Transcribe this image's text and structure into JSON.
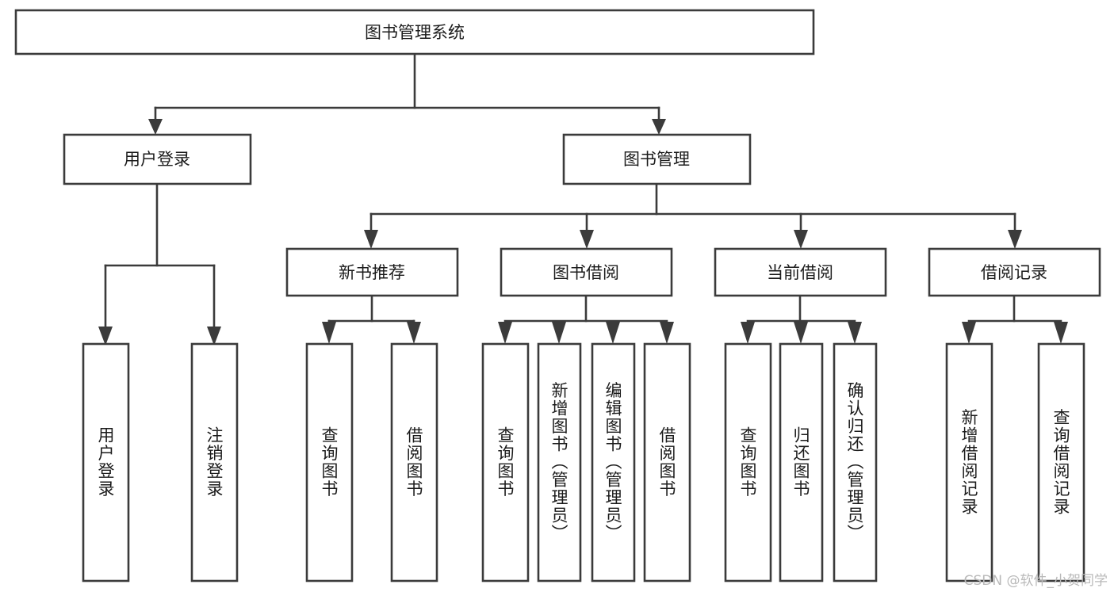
{
  "diagram": {
    "title": "图书管理系统",
    "type": "tree-hierarchy",
    "background_color": "#ffffff",
    "box_stroke_color": "#3b3b3b",
    "box_fill_color": "#ffffff",
    "text_color": "#1b1b1b",
    "levels": {
      "root": {
        "label": "图书管理系统"
      },
      "level1": [
        {
          "id": "user-login",
          "label": "用户登录"
        },
        {
          "id": "book-manage",
          "label": "图书管理"
        }
      ],
      "level2": [
        {
          "id": "new-book-recommend",
          "label": "新书推荐",
          "parent": "book-manage"
        },
        {
          "id": "book-borrow",
          "label": "图书借阅",
          "parent": "book-manage"
        },
        {
          "id": "current-borrow",
          "label": "当前借阅",
          "parent": "book-manage"
        },
        {
          "id": "borrow-record",
          "label": "借阅记录",
          "parent": "book-manage"
        }
      ],
      "leaves": [
        {
          "id": "leaf-user-login",
          "label": "用户登录",
          "parent": "user-login"
        },
        {
          "id": "leaf-logout-login",
          "label": "注销登录",
          "parent": "user-login"
        },
        {
          "id": "leaf-query-book-1",
          "label": "查询图书",
          "parent": "new-book-recommend"
        },
        {
          "id": "leaf-borrow-book-1",
          "label": "借阅图书",
          "parent": "new-book-recommend"
        },
        {
          "id": "leaf-query-book-2",
          "label": "查询图书",
          "parent": "book-borrow"
        },
        {
          "id": "leaf-add-book",
          "label": "新增图书（管理员）",
          "parent": "book-borrow"
        },
        {
          "id": "leaf-edit-book",
          "label": "编辑图书（管理员）",
          "parent": "book-borrow"
        },
        {
          "id": "leaf-borrow-book-2",
          "label": "借阅图书",
          "parent": "book-borrow"
        },
        {
          "id": "leaf-query-book-3",
          "label": "查询图书",
          "parent": "current-borrow"
        },
        {
          "id": "leaf-return-book",
          "label": "归还图书",
          "parent": "current-borrow"
        },
        {
          "id": "leaf-confirm-return",
          "label": "确认归还（管理员）",
          "parent": "current-borrow"
        },
        {
          "id": "leaf-add-record",
          "label": "新增借阅记录",
          "parent": "borrow-record"
        },
        {
          "id": "leaf-query-record",
          "label": "查询借阅记录",
          "parent": "borrow-record"
        }
      ]
    }
  },
  "watermark": {
    "text": "CSDN @软件_小贺同学"
  }
}
